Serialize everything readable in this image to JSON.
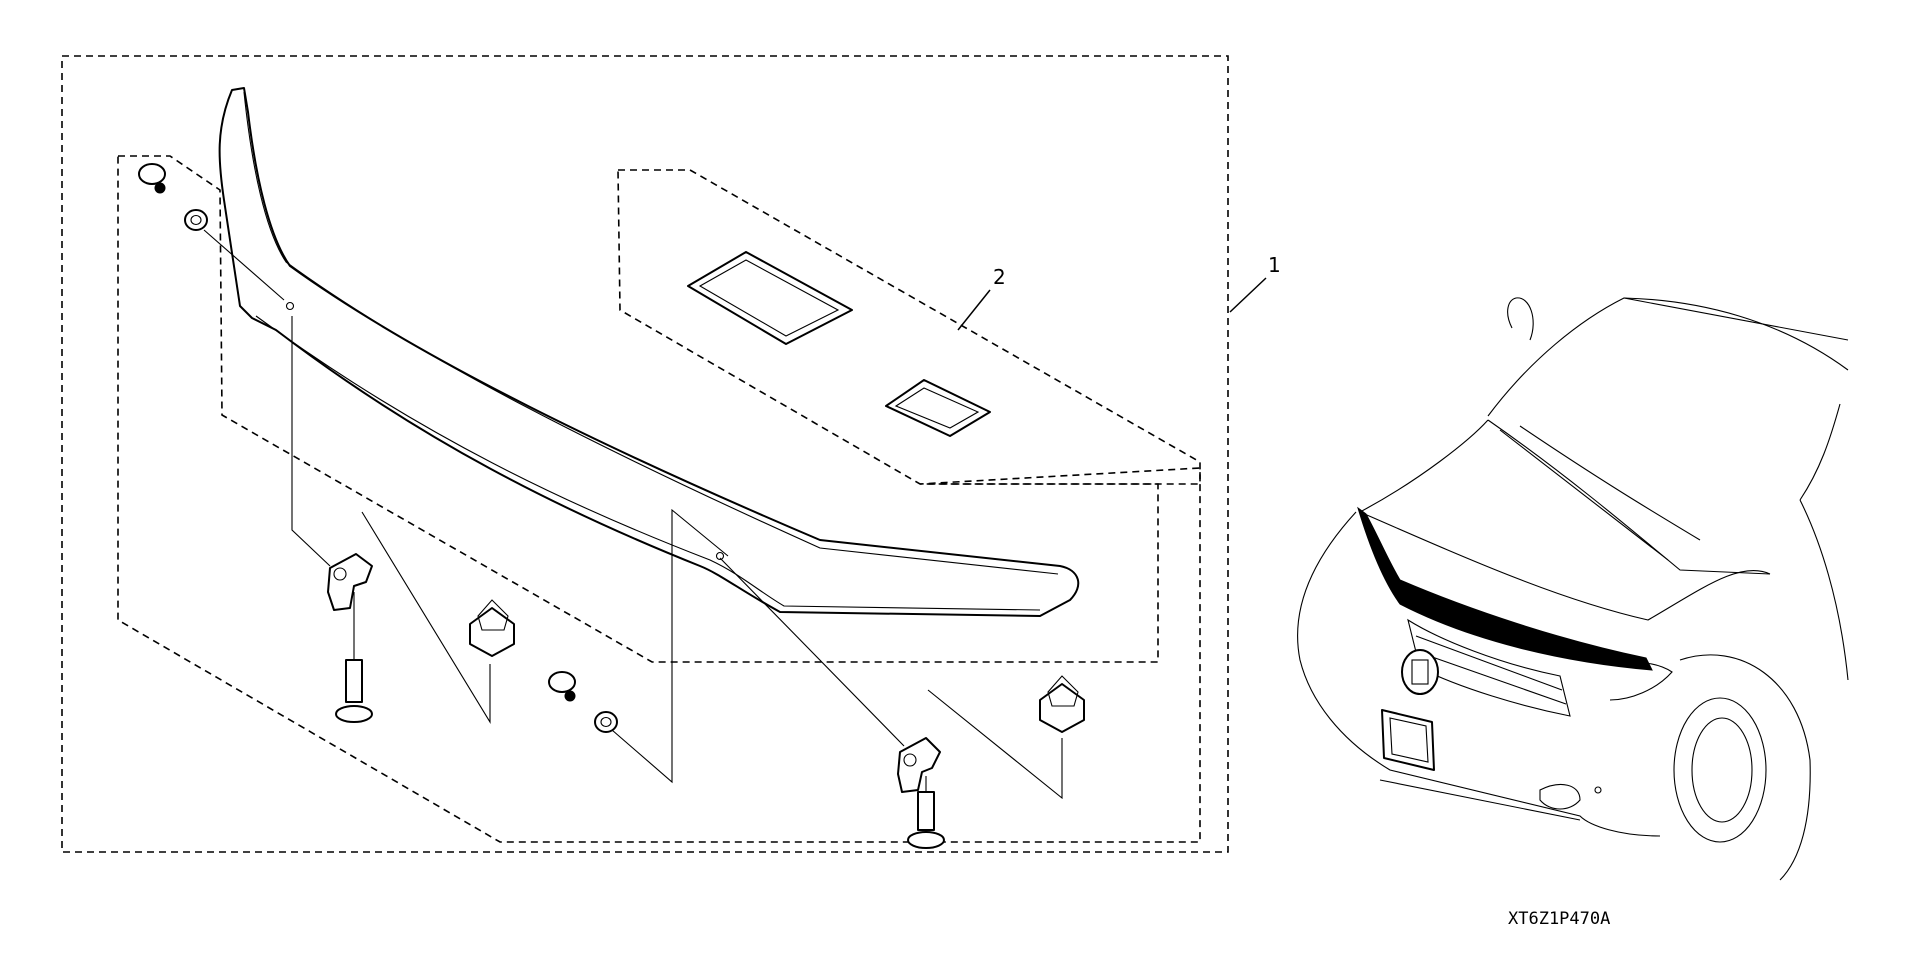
{
  "diagram": {
    "callouts": [
      {
        "id": "1",
        "label": "1"
      },
      {
        "id": "2",
        "label": "2"
      }
    ],
    "drawing_code": "XT6Z1P470A"
  }
}
